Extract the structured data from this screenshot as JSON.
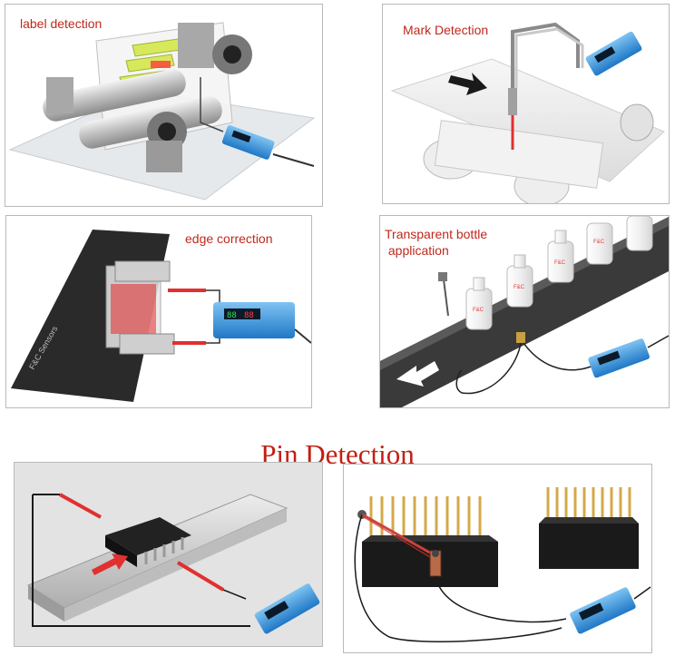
{
  "panels": {
    "label": {
      "caption": "label detection"
    },
    "mark": {
      "caption": "Mark Detection"
    },
    "edge": {
      "caption": "edge correction",
      "strip_text": "F&C Sensors"
    },
    "bottle": {
      "caption_line1": "Transparent bottle",
      "caption_line2": " application",
      "bottle_label": "F&C"
    },
    "pin": {
      "title": "Pin Detection"
    }
  },
  "colors": {
    "caption": "#c0281c",
    "amplifier": "#2f8fd8",
    "beam": "#e03030"
  }
}
